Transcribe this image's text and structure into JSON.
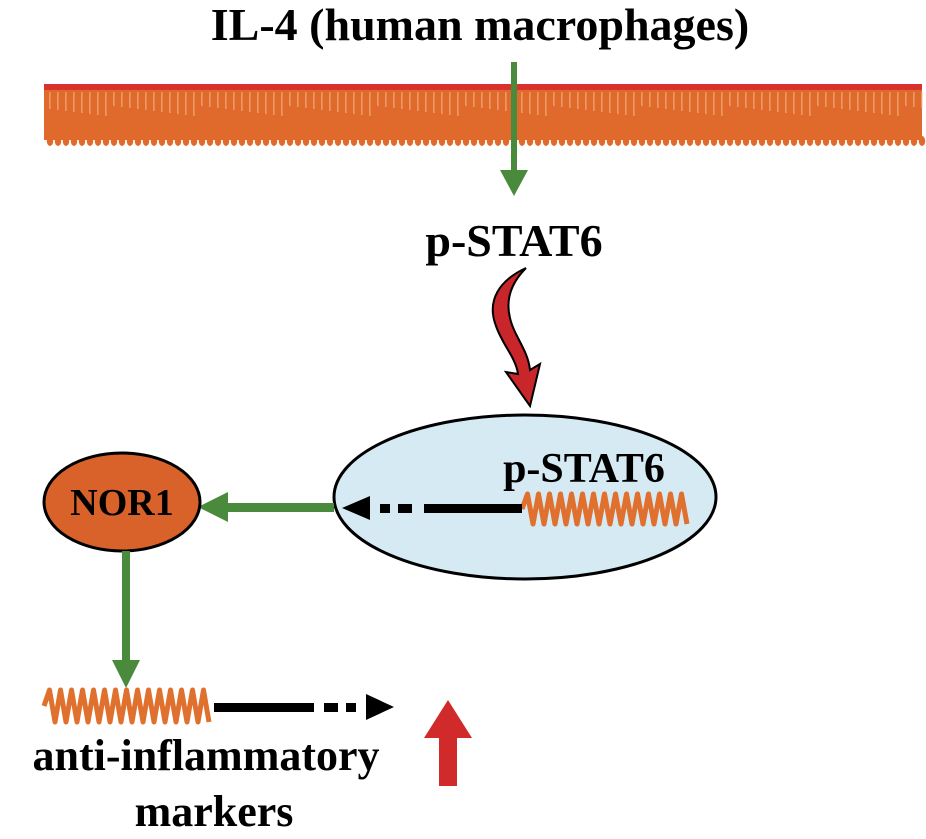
{
  "title": "IL-4 (human macrophages)",
  "labels": {
    "pstat6_upper": "p-STAT6",
    "pstat6_nucleus": "p-STAT6",
    "nor1": "NOR1",
    "markers_line1": "anti-inflammatory",
    "markers_line2": "markers"
  },
  "colors": {
    "membrane_top_line": "#d9312b",
    "membrane_fill": "#e06a2c",
    "gene_coil": "#e0702e",
    "activation_arrow": "#4a8a3c",
    "translocation_arrow": "#c8262a",
    "nucleus_fill": "#d6eaf4",
    "nor1_fill": "#d9612a",
    "increase_arrow": "#d12a2a"
  },
  "icons": {
    "membrane": "cell-membrane",
    "translocation": "curved-arrow-icon",
    "increase": "up-arrow-icon"
  }
}
